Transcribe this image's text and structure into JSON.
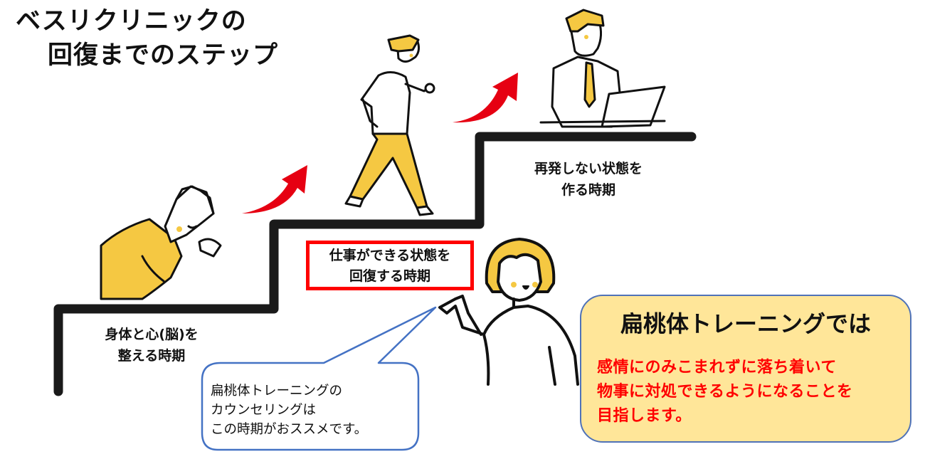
{
  "title": {
    "line1": "ベスリクリニックの",
    "line2": "回復までのステップ"
  },
  "steps": [
    {
      "id": 1,
      "label_line1": "身体と心(脳)を",
      "label_line2": "整える時期",
      "illustration": "person-exhausted-icon",
      "highlighted": false
    },
    {
      "id": 2,
      "label_line1": "仕事ができる状態を",
      "label_line2": "回復する時期",
      "illustration": "person-walking-icon",
      "highlighted": true
    },
    {
      "id": 3,
      "label_line1": "再発しない状態を",
      "label_line2": "作る時期",
      "illustration": "person-working-laptop-icon",
      "highlighted": false
    }
  ],
  "arrows": [
    "arrow-up-right-icon",
    "arrow-up-right-icon"
  ],
  "speech_bubble": {
    "line1": "扁桃体トレーニングの",
    "line2": "カウンセリングは",
    "line3": "この時期がおススメです。"
  },
  "guide_character": "woman-pointing-icon",
  "info_box": {
    "heading": "扁桃体トレーニングでは",
    "body_line1": "感情にのみこまれずに落ち着いて",
    "body_line2": "物事に対処できるようになることを",
    "body_line3": "目指します。"
  },
  "colors": {
    "stairs": "#1a1a1a",
    "arrow": "#e60012",
    "highlight_border": "#ff0000",
    "bubble_border": "#4472c4",
    "info_bg": "#ffe699",
    "info_text": "#ff0000",
    "character_yellow": "#f5c842"
  }
}
